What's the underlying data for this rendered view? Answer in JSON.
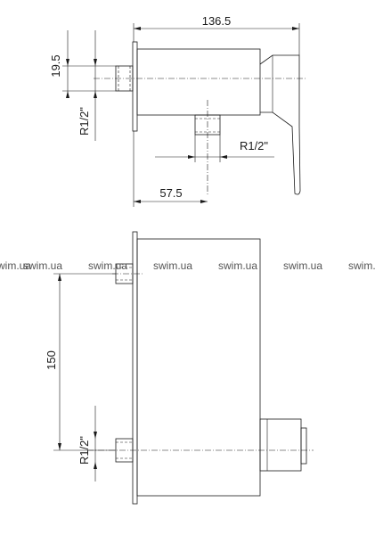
{
  "top_view": {
    "dim_width": "136.5",
    "dim_height": "19.5",
    "dim_offset": "57.5",
    "thread_left": "R1/2\"",
    "thread_right": "R1/2\""
  },
  "front_view": {
    "dim_height": "150",
    "thread": "R1/2\""
  },
  "watermark": {
    "text": "swim.ua"
  }
}
